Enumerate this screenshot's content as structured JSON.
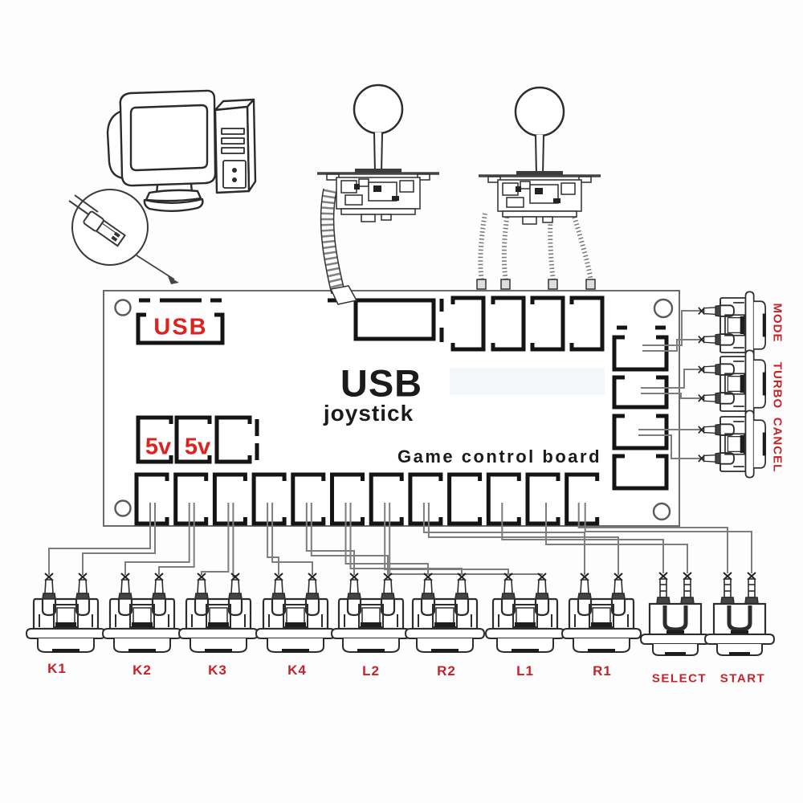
{
  "colors": {
    "label_red": "#c5232a",
    "accent_red": "#dd231f",
    "line_dark": "#2d2d2d",
    "wire_gray": "#7d7d7d"
  },
  "board": {
    "usb_port_label": "USB",
    "title": "USB",
    "subtitle": "joystick",
    "caption": "Game control board",
    "power_labels": [
      "5v",
      "5v"
    ]
  },
  "buttons": {
    "bottom": [
      "K1",
      "K2",
      "K3",
      "K4",
      "L2",
      "R2",
      "L1",
      "R1",
      "SELECT",
      "START"
    ],
    "side": [
      "MODE",
      "TURBO",
      "CANCEL"
    ]
  }
}
